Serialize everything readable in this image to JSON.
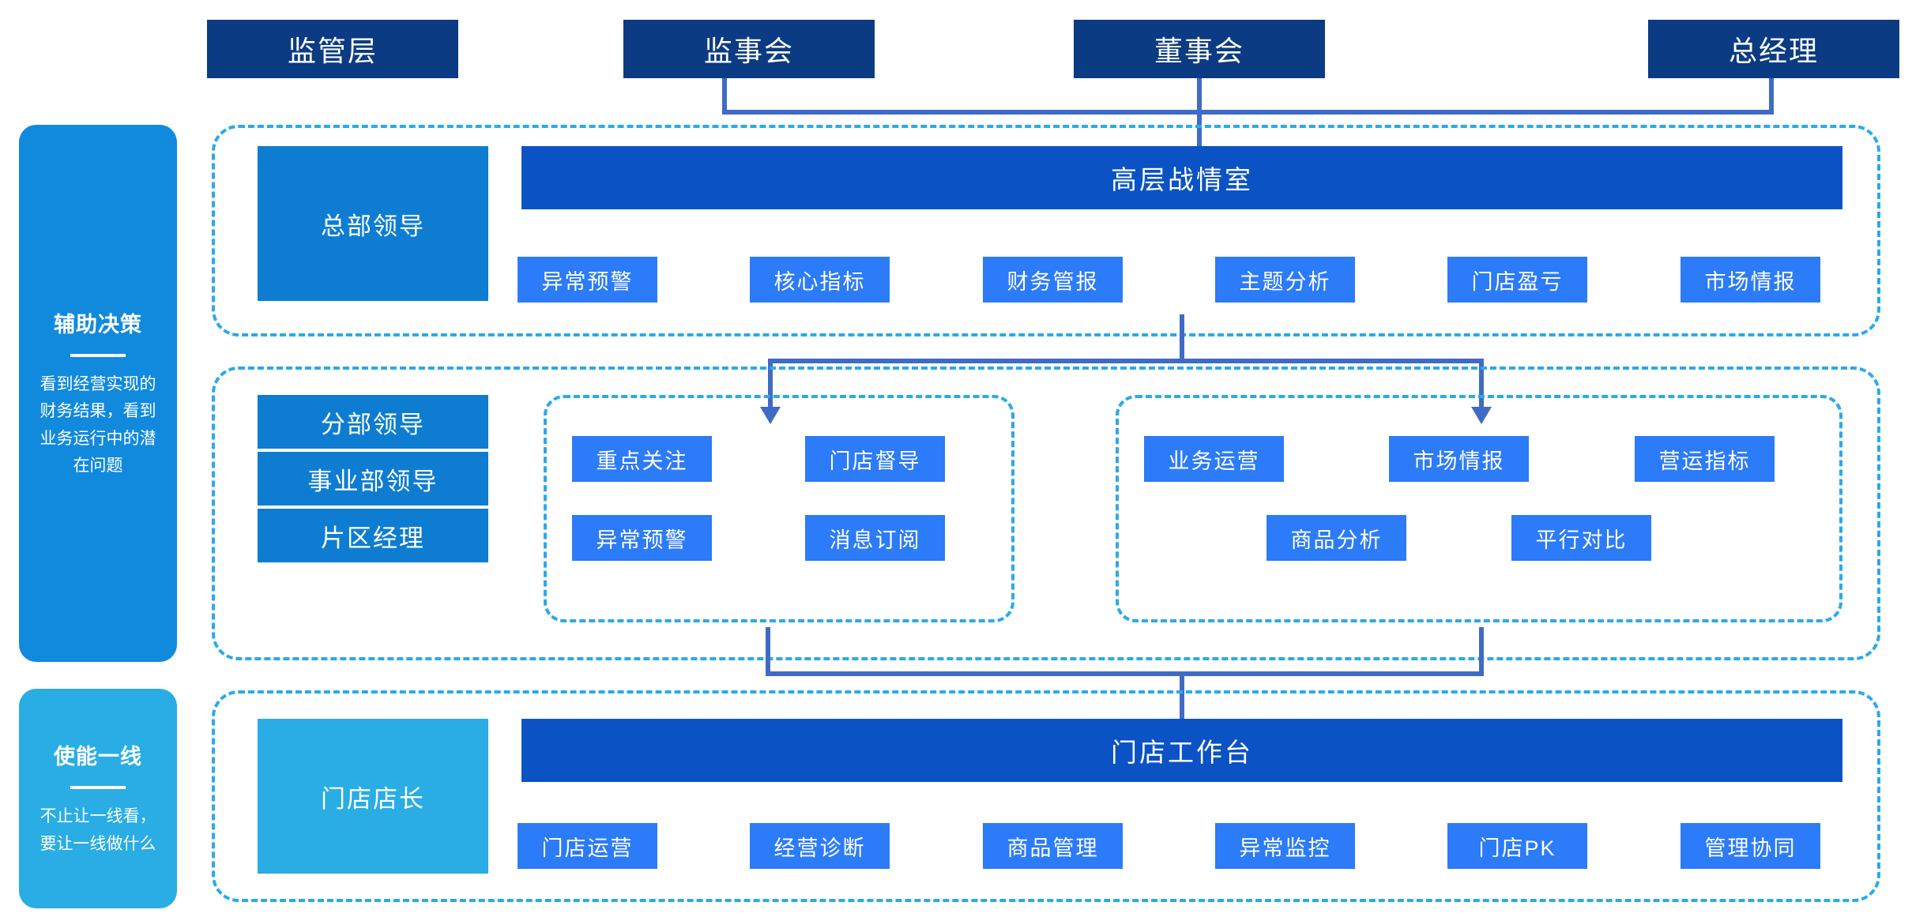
{
  "governance": {
    "boxes": [
      {
        "label": "监管层"
      },
      {
        "label": "监事会"
      },
      {
        "label": "董事会"
      },
      {
        "label": "总经理"
      }
    ]
  },
  "rails": [
    {
      "title": "辅助决策",
      "desc": "看到经营实现的财务结果，看到业务运行中的潜在问题",
      "color": "#118ADE"
    },
    {
      "title": "使能一线",
      "desc": "不止让一线看，要让一线做什么",
      "color": "#29ADE4"
    }
  ],
  "sections": {
    "top": {
      "role": "总部领导",
      "banner": "高层战情室",
      "chips": [
        "异常预警",
        "核心指标",
        "财务管报",
        "主题分析",
        "门店盈亏",
        "市场情报"
      ]
    },
    "middle": {
      "roles": [
        "分部领导",
        "事业部领导",
        "片区经理"
      ],
      "left_group": {
        "chips": [
          "重点关注",
          "门店督导",
          "异常预警",
          "消息订阅"
        ]
      },
      "right_group": {
        "chips": [
          "业务运营",
          "市场情报",
          "营运指标",
          "商品分析",
          "平行对比"
        ]
      }
    },
    "bottom": {
      "role": "门店店长",
      "banner": "门店工作台",
      "chips": [
        "门店运营",
        "经营诊断",
        "商品管理",
        "异常监控",
        "门店PK",
        "管理协同"
      ]
    }
  },
  "colors": {
    "governance_navy": "#0B3B82",
    "banner_blue": "#0B53C4",
    "chip_blue": "#2C7BF8",
    "role_blue": "#0E7DD1",
    "role_light_blue": "#29ADE4",
    "dashed_cyan": "#2BA9EA",
    "connector_blue": "#3F6BC4"
  }
}
